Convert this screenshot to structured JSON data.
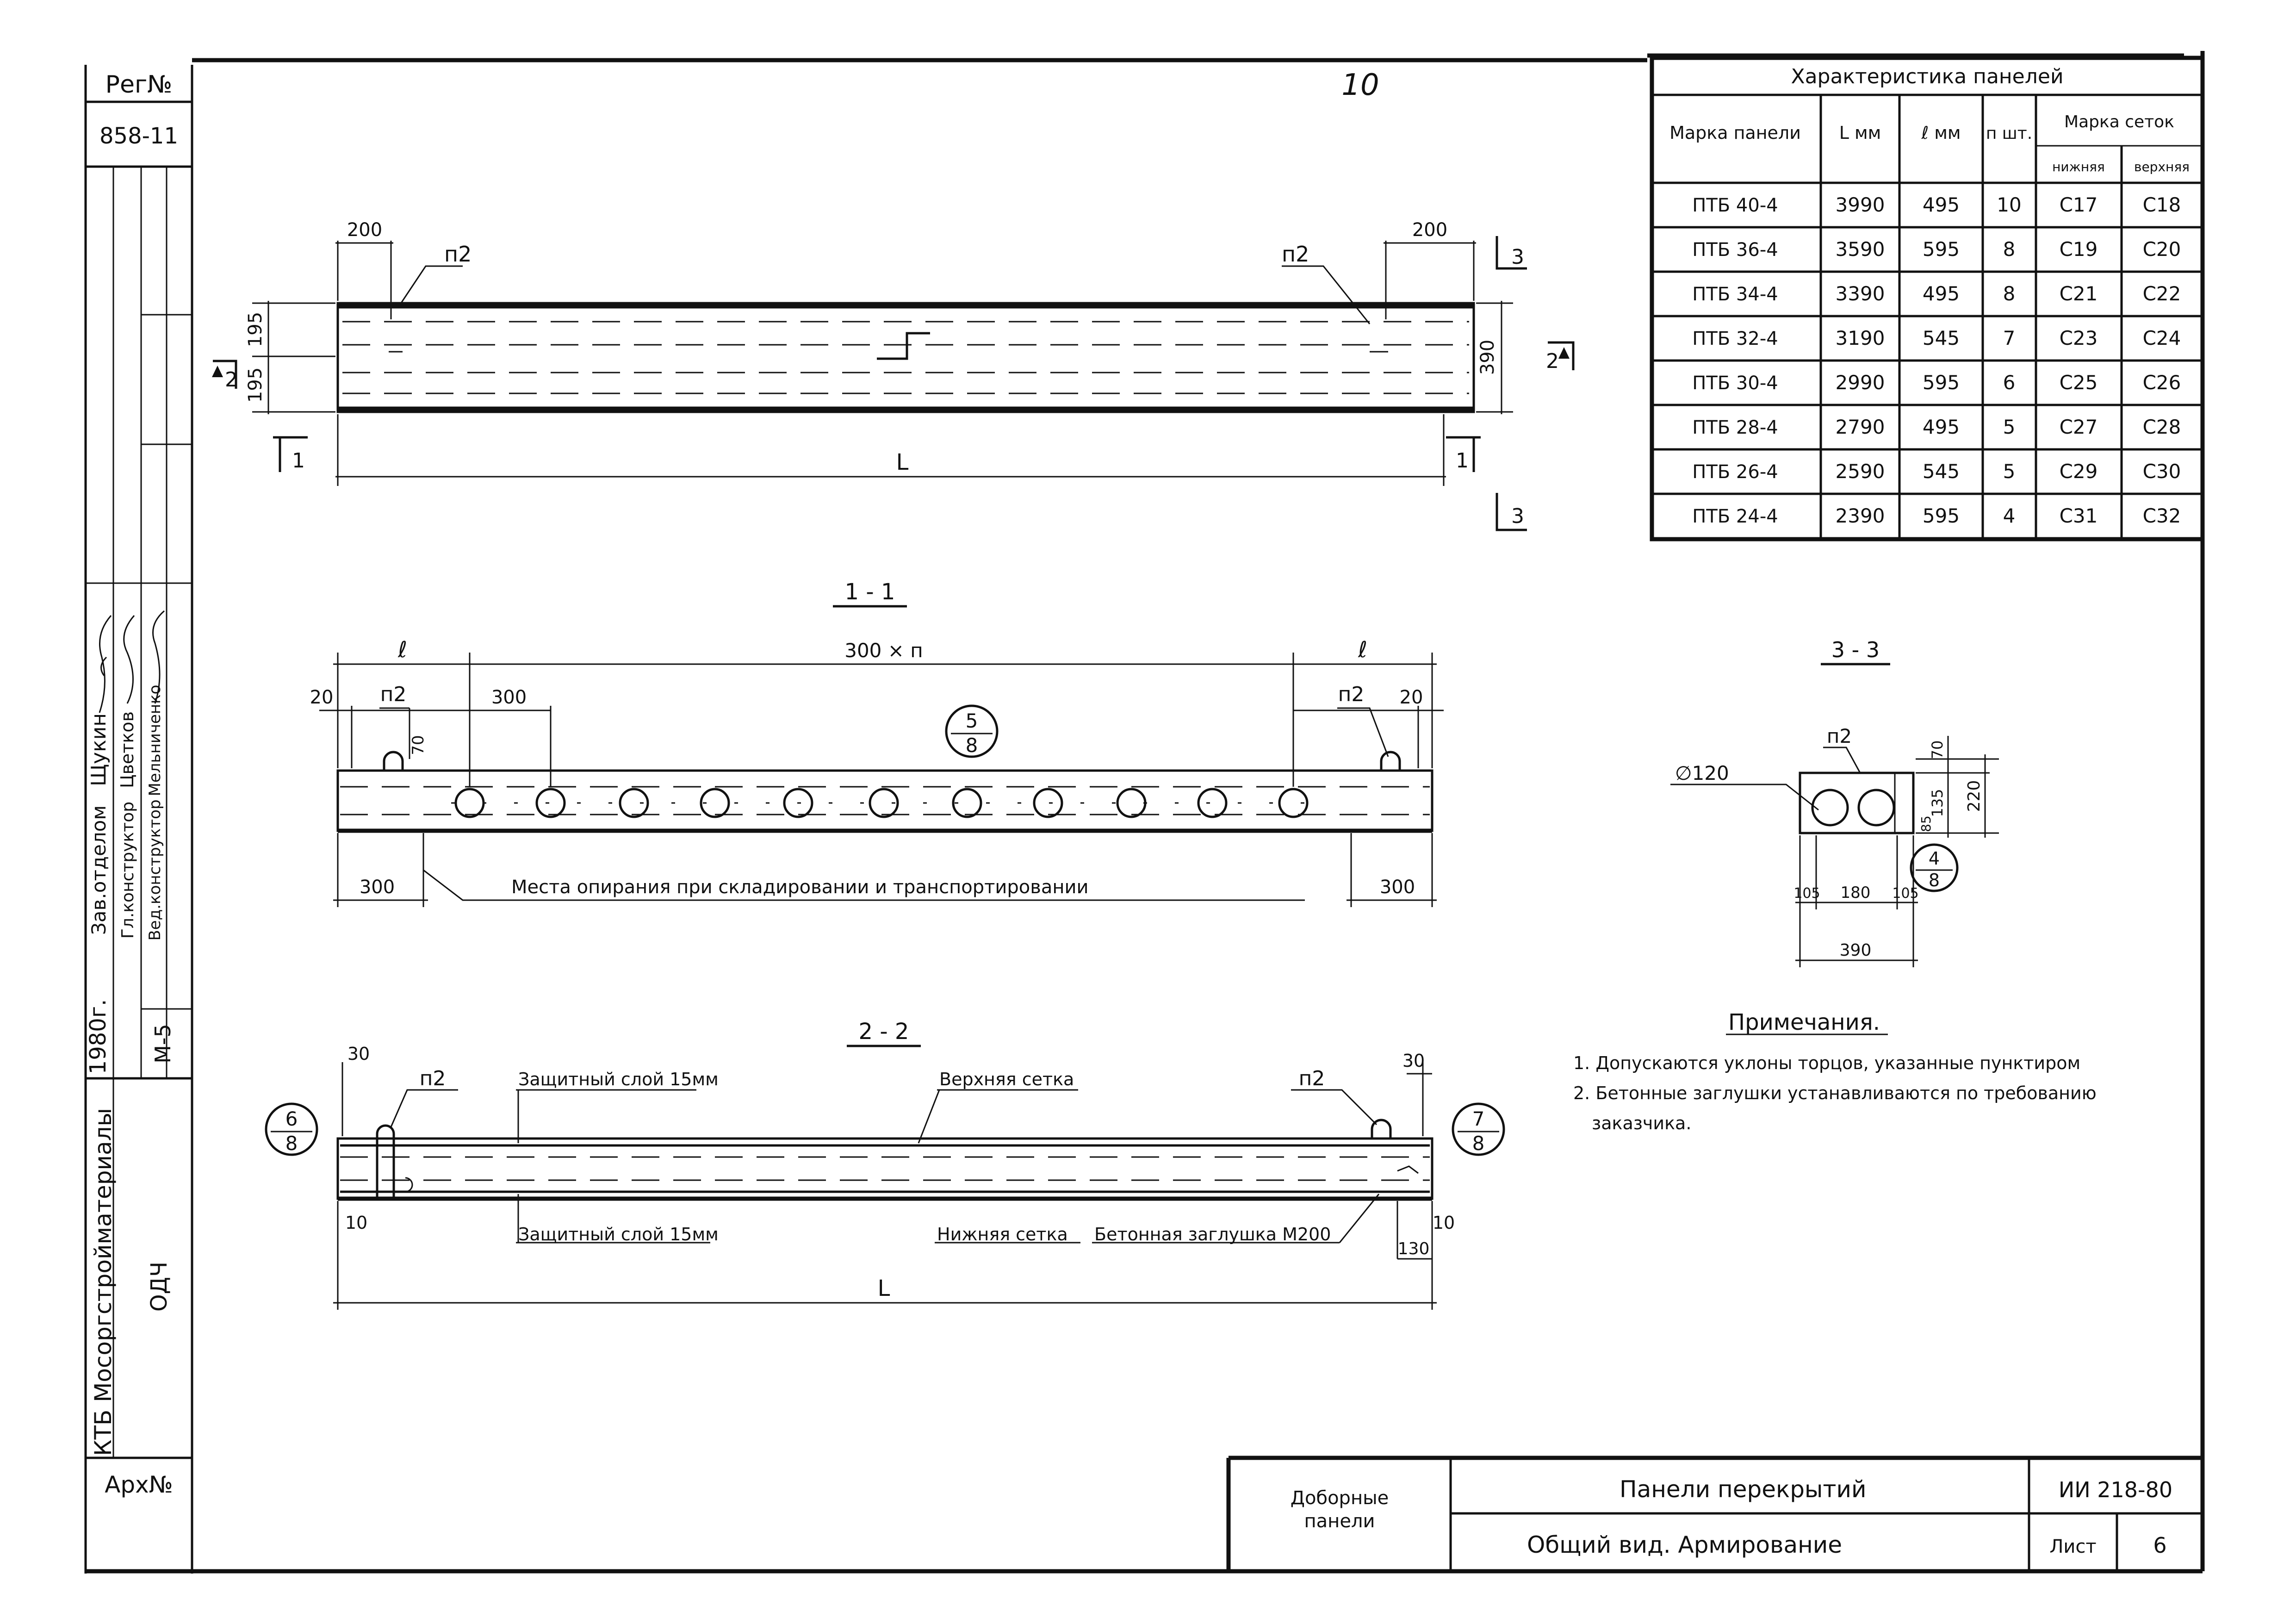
{
  "page_number": "10",
  "stamp": {
    "reg_label": "Рег№",
    "reg_value": "858-11",
    "year": "1980г.",
    "roles": [
      "Зав.отделом",
      "Гл.конструктор",
      "Вед.конструктор"
    ],
    "names": [
      "Щукин",
      "Цветков",
      "Мельниченко"
    ],
    "sheet_code": "М-5",
    "org": "КТБ Мосоргстройматериалы",
    "dept": "ОДЧ",
    "arch_label": "Арх№"
  },
  "plan": {
    "dim_200_left": "200",
    "dim_200_right": "200",
    "mark_left": "п2",
    "mark_right": "п2",
    "dim_195_top": "195",
    "dim_195_bottom": "195",
    "dim_390": "390",
    "dim_L": "L",
    "cut_1": "1",
    "cut_2": "2",
    "cut_3": "3"
  },
  "section_1": {
    "title": "1 - 1",
    "dim_l_left": "ℓ",
    "dim_l_right": "ℓ",
    "dim_spacing": "300 × п",
    "dim_20_left": "20",
    "dim_20_right": "20",
    "mark_left": "п2",
    "mark_right": "п2",
    "dim_300_top": "300",
    "dim_70": "70",
    "node_top": "5",
    "node_bottom": "8",
    "support_left": "300",
    "support_right": "300",
    "support_note": "Места опирания при складировании и транспортировании"
  },
  "section_2": {
    "title": "2 - 2",
    "dim_30_left": "30",
    "dim_30_right": "30",
    "mark_left": "п2",
    "mark_right": "п2",
    "cover_top": "Защитный слой 15мм",
    "upper_mesh": "Верхняя сетка",
    "cover_bottom": "Защитный слой 15мм",
    "lower_mesh": "Нижняя сетка",
    "plug": "Бетонная заглушка  М200",
    "dim_10_left": "10",
    "dim_10_right": "10",
    "dim_130": "130",
    "dim_L": "L",
    "node_left_top": "6",
    "node_left_bottom": "8",
    "node_right_top": "7",
    "node_right_bottom": "8"
  },
  "section_3": {
    "title": "3 - 3",
    "mark": "п2",
    "diameter": "∅120",
    "dim_70": "70",
    "dim_135": "135",
    "dim_220": "220",
    "dim_85": "85",
    "dim_105_left": "105",
    "dim_180": "180",
    "dim_105_right": "105",
    "dim_390": "390",
    "node_top": "4",
    "node_bottom": "8"
  },
  "table": {
    "title": "Характеристика панелей",
    "headers": {
      "mark": "Марка панели",
      "L": "L мм",
      "l": "ℓ мм",
      "n": "п шт.",
      "mesh": "Марка сеток",
      "lower": "нижняя",
      "upper": "верхняя"
    },
    "rows": [
      [
        "ПТБ 40-4",
        "3990",
        "495",
        "10",
        "С17",
        "С18"
      ],
      [
        "ПТБ 36-4",
        "3590",
        "595",
        "8",
        "С19",
        "С20"
      ],
      [
        "ПТБ 34-4",
        "3390",
        "495",
        "8",
        "С21",
        "С22"
      ],
      [
        "ПТБ 32-4",
        "3190",
        "545",
        "7",
        "С23",
        "С24"
      ],
      [
        "ПТБ 30-4",
        "2990",
        "595",
        "6",
        "С25",
        "С26"
      ],
      [
        "ПТБ 28-4",
        "2790",
        "495",
        "5",
        "С27",
        "С28"
      ],
      [
        "ПТБ 26-4",
        "2590",
        "545",
        "5",
        "С29",
        "С30"
      ],
      [
        "ПТБ 24-4",
        "2390",
        "595",
        "4",
        "С31",
        "С32"
      ]
    ]
  },
  "notes": {
    "title": "Примечания.",
    "items": [
      "1. Допускаются уклоны торцов, указанные пунктиром",
      "2. Бетонные заглушки устанавливаются по требованию",
      "заказчика."
    ]
  },
  "title_block": {
    "category_line1": "Доборные",
    "category_line2": "панели",
    "title": "Панели  перекрытий",
    "subtitle": "Общий вид.  Армирование",
    "doc_code": "ИИ 218-80",
    "sheet_label": "Лист",
    "sheet_number": "6"
  }
}
